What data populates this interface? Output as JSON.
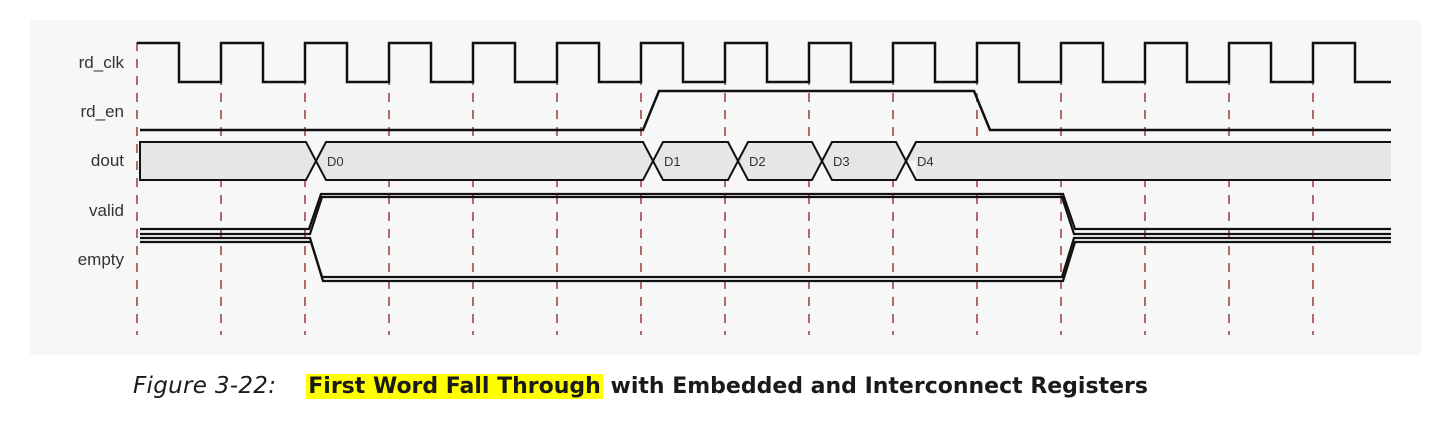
{
  "signals": {
    "rd_clk": "rd_clk",
    "rd_en": "rd_en",
    "dout": "dout",
    "valid": "valid",
    "empty": "empty"
  },
  "dout_values": [
    "D0",
    "D1",
    "D2",
    "D3",
    "D4"
  ],
  "caption": {
    "figure_number": "Figure 3-22:",
    "highlighted": "First Word Fall Through",
    "rest": " with Embedded and Interconnect Registers"
  },
  "colors": {
    "waveform": "#111111",
    "bus_fill": "#e6e6e6",
    "marker": "#b06a6a",
    "highlight": "#ffff00",
    "panel": "#f7f7f7"
  }
}
